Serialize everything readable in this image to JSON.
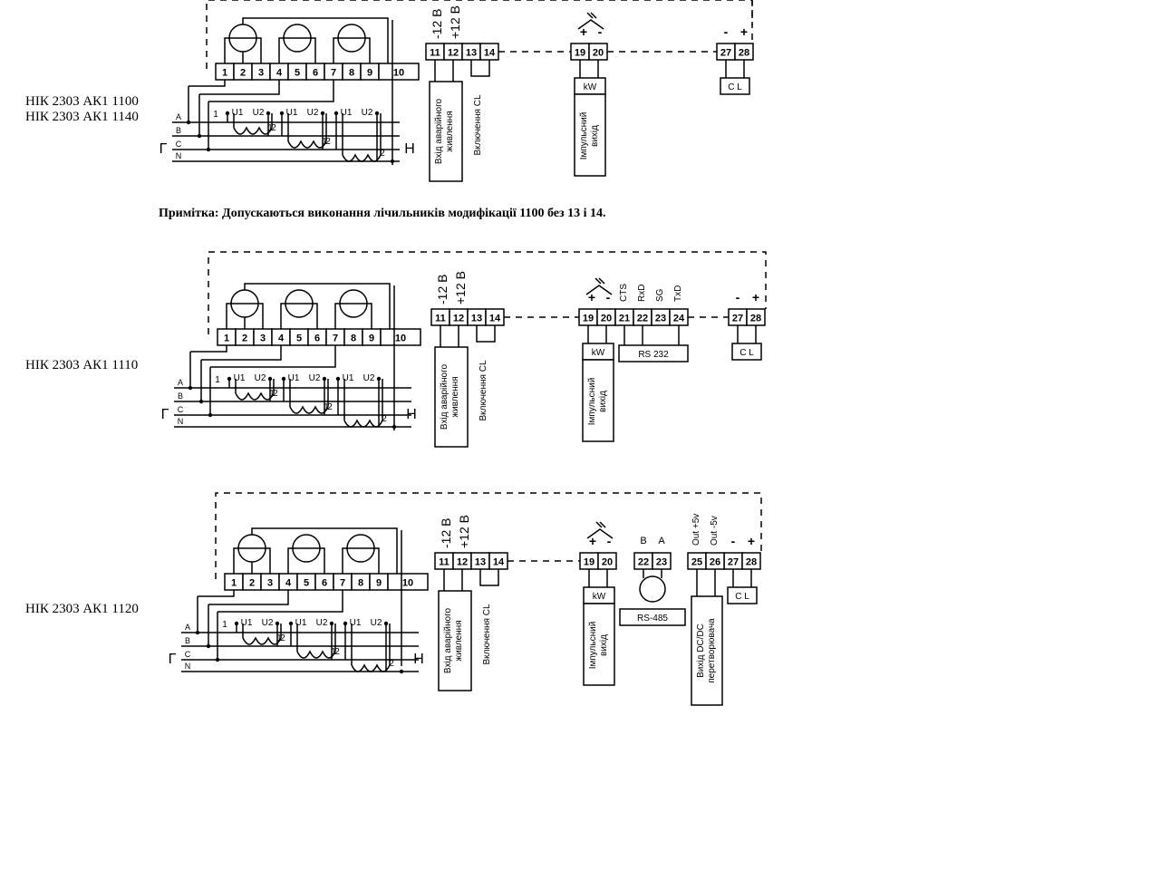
{
  "diagrams": [
    {
      "model_lines": [
        "НІК 2303 АК1 1100",
        "НІК 2303 АК1 1140"
      ]
    },
    {
      "model_lines": [
        "НІК 2303 АК1 1110"
      ]
    },
    {
      "model_lines": [
        "НІК 2303 АК1 1120"
      ]
    }
  ],
  "note": "Примітка: Допускаються виконання  лічильників модифікації 1100 без 13 і 14.",
  "terminals_main": [
    "1",
    "2",
    "3",
    "4",
    "5",
    "6",
    "7",
    "8",
    "9",
    "10"
  ],
  "phases": [
    "A",
    "B",
    "C",
    "N"
  ],
  "side_left": "Г",
  "side_right": "Н",
  "coil_labels": [
    "U1",
    "U2"
  ],
  "coil_ends": [
    "1",
    "2"
  ],
  "supply_terms": [
    "11",
    "12",
    "13",
    "14"
  ],
  "supply_volt": [
    "-12 В",
    "+12 В"
  ],
  "supply_box": [
    "Вхід аварійного",
    "живлення"
  ],
  "cl_label": "Включення CL",
  "pulse_terms": [
    "19",
    "20"
  ],
  "pulse_polarity": [
    "+",
    "-"
  ],
  "kw_label": "kW",
  "pulse_box": [
    "Імпульсний",
    "вихід"
  ],
  "cl_terms": [
    "27",
    "28"
  ],
  "cl_polarity": [
    "-",
    "+"
  ],
  "cl_box": "C L",
  "rs232_terms": [
    "21",
    "22",
    "23",
    "24"
  ],
  "rs232_signals": [
    "CTS",
    "RxD",
    "SG",
    "TxD"
  ],
  "rs232_label": "RS 232",
  "rs485_terms": [
    "22",
    "23"
  ],
  "rs485_signals": [
    "B",
    "A"
  ],
  "rs485_label": "RS-485",
  "dcdc_terms": [
    "25",
    "26"
  ],
  "dcdc_signals": [
    "Out +5v",
    "Out -5v"
  ],
  "dcdc_box": [
    "Вихід DC/DC",
    "перетворювача"
  ]
}
